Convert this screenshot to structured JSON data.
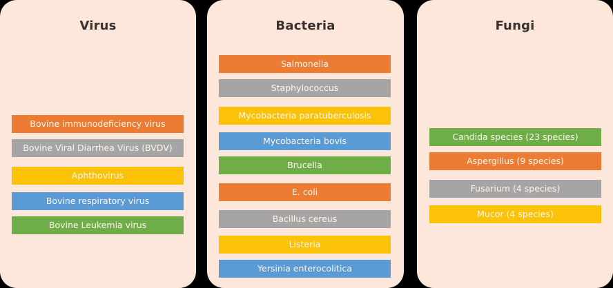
{
  "colors": {
    "background": "#000000",
    "panel": "#fde7da",
    "title_text": "#3a322e",
    "bar_text": "#fff6ee",
    "orange": "#ec7c33",
    "gray": "#a5a5a5",
    "yellow": "#fbc208",
    "blue": "#5a9bd6",
    "green": "#6fad48"
  },
  "columns": [
    {
      "title": "Virus",
      "items": [
        {
          "label": "Bovine immunodeficiency virus",
          "color": "orange"
        },
        {
          "label": "Bovine Viral Diarrhea Virus (BVDV)",
          "color": "gray"
        },
        {
          "label": "Aphthovirus",
          "color": "yellow"
        },
        {
          "label": "Bovine respiratory virus",
          "color": "blue"
        },
        {
          "label": "Bovine Leukemia virus",
          "color": "green"
        }
      ]
    },
    {
      "title": "Bacteria",
      "items": [
        {
          "label": "Salmonella",
          "color": "orange"
        },
        {
          "label": "Staphylococcus",
          "color": "gray"
        },
        {
          "label": "Mycobacteria paratuberculosis",
          "color": "yellow"
        },
        {
          "label": "Mycobacteria bovis",
          "color": "blue"
        },
        {
          "label": "Brucella",
          "color": "green"
        },
        {
          "label": "E. coli",
          "color": "orange"
        },
        {
          "label": "Bacillus cereus",
          "color": "gray"
        },
        {
          "label": "Listeria",
          "color": "yellow"
        },
        {
          "label": "Yersinia enterocolitica",
          "color": "blue"
        }
      ]
    },
    {
      "title": "Fungi",
      "items": [
        {
          "label": "Candida species (23 species)",
          "color": "green"
        },
        {
          "label": "Aspergillus (9 species)",
          "color": "orange"
        },
        {
          "label": "Fusarium (4 species)",
          "color": "gray"
        },
        {
          "label": "Mucor (4 species)",
          "color": "yellow"
        }
      ]
    }
  ]
}
